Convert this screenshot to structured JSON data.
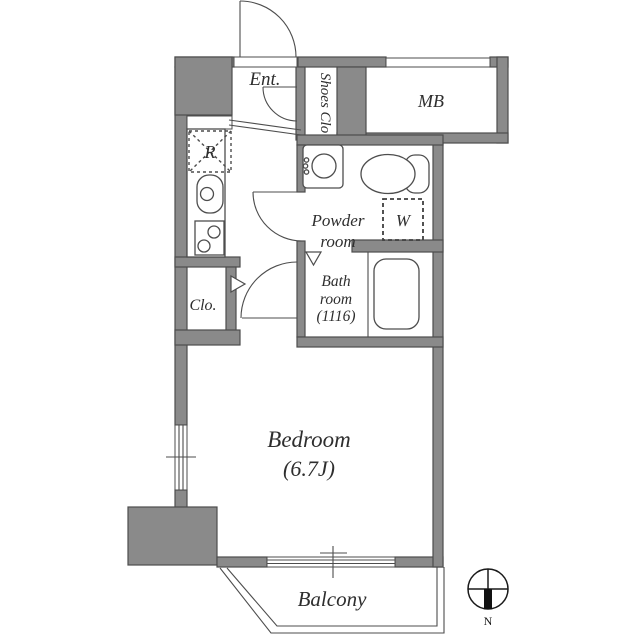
{
  "plan_type": "apartment-floor-plan",
  "colors": {
    "wall_fill": "#8a8a8a",
    "wall_outline": "#4d4d4d",
    "text": "#2e2e2e",
    "background": "#ffffff"
  },
  "rooms": {
    "entrance": {
      "label": "Ent."
    },
    "shoes_closet": {
      "label": "Shoes Clo"
    },
    "meter_box": {
      "label": "MB"
    },
    "refrigerator": {
      "label": "R"
    },
    "powder_room": {
      "line1": "Powder",
      "line2": "room"
    },
    "washer": {
      "label": "W"
    },
    "bath_room": {
      "line1": "Bath",
      "line2": "room",
      "line3": "(1116)"
    },
    "closet": {
      "label": "Clo."
    },
    "bedroom": {
      "line1": "Bedroom",
      "line2": "(6.7J)"
    },
    "balcony": {
      "label": "Balcony"
    }
  },
  "compass": {
    "label": "N"
  }
}
